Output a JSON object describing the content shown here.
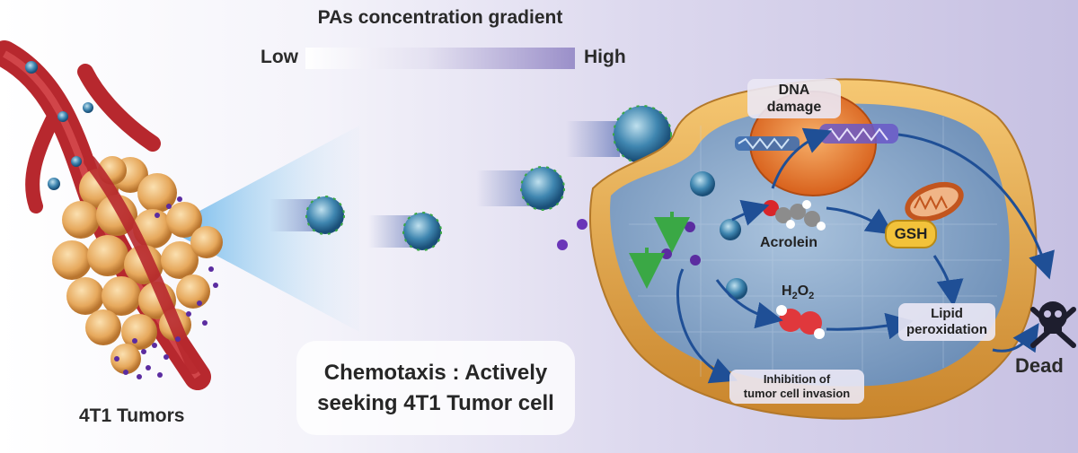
{
  "header": {
    "title": "PAs concentration gradient",
    "low_label": "Low",
    "high_label": "High"
  },
  "left": {
    "tumor_label": "4T1 Tumors"
  },
  "middle": {
    "chemotaxis_line1": "Chemotaxis : Actively",
    "chemotaxis_line2": "seeking 4T1 Tumor cell"
  },
  "cell": {
    "dna_damage_line1": "DNA",
    "dna_damage_line2": "damage",
    "acrolein_label": "Acrolein",
    "gsh_label": "GSH",
    "h2o2_main": "H",
    "h2o2_sub1": "2",
    "h2o2_mid": "O",
    "h2o2_sub2": "2",
    "lipid_line1": "Lipid",
    "lipid_line2": "peroxidation",
    "inhibition_line1": "Inhibition of",
    "inhibition_line2": "tumor cell invasion"
  },
  "outcome": {
    "dead_label": "Dead"
  },
  "colors": {
    "membrane": "#e8a84a",
    "cytoplasm": "#7f9fc4",
    "nucleus": "#e87a2c",
    "arrow": "#1f4f96",
    "vessel": "#b7282e",
    "tumor_cell": "#e8b46a",
    "polyamine_dot": "#5b2ca0"
  }
}
